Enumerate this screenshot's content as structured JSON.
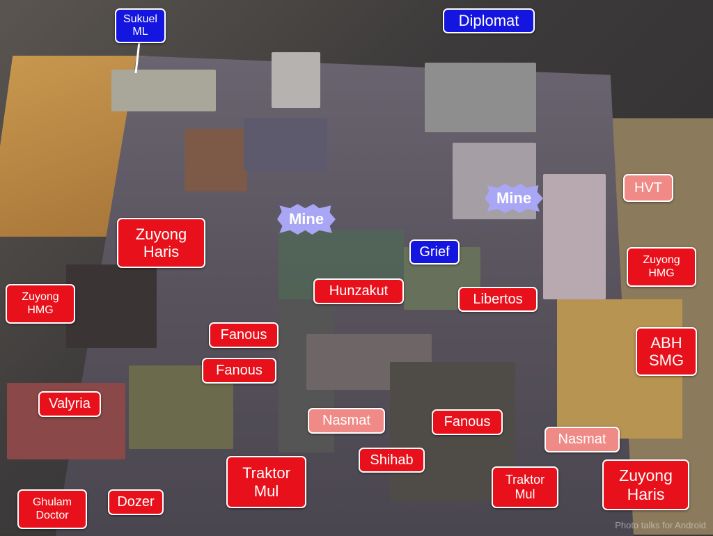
{
  "labels": {
    "sukuel_ml": "Sukuel ML",
    "diplomat": "Diplomat",
    "mine_left": "Mine",
    "mine_right": "Mine",
    "grief": "Grief",
    "hvt": "HVT",
    "zuyong_haris_top": "Zuyong Haris",
    "zuyong_hmg_left": "Zuyong HMG",
    "zuyong_hmg_right": "Zuyong HMG",
    "hunzakut": "Hunzakut",
    "libertos": "Libertos",
    "fanous_1": "Fanous",
    "fanous_2": "Fanous",
    "fanous_3": "Fanous",
    "abh_smg": "ABH SMG",
    "valyria": "Valyria",
    "nasmat_1": "Nasmat",
    "nasmat_2": "Nasmat",
    "shihab": "Shihab",
    "traktor_mul_1": "Traktor Mul",
    "traktor_mul_2": "Traktor Mul",
    "zuyong_haris_bottom": "Zuyong Haris",
    "ghulam_doctor": "Ghulam Doctor",
    "dozer": "Dozer"
  },
  "watermark": "Photo talks for Android",
  "colors": {
    "enemy_red": "#e8101a",
    "objective_blue": "#1515e0",
    "hidden_salmon": "#f08a86",
    "mine_lavender": "#a9a6f5"
  }
}
